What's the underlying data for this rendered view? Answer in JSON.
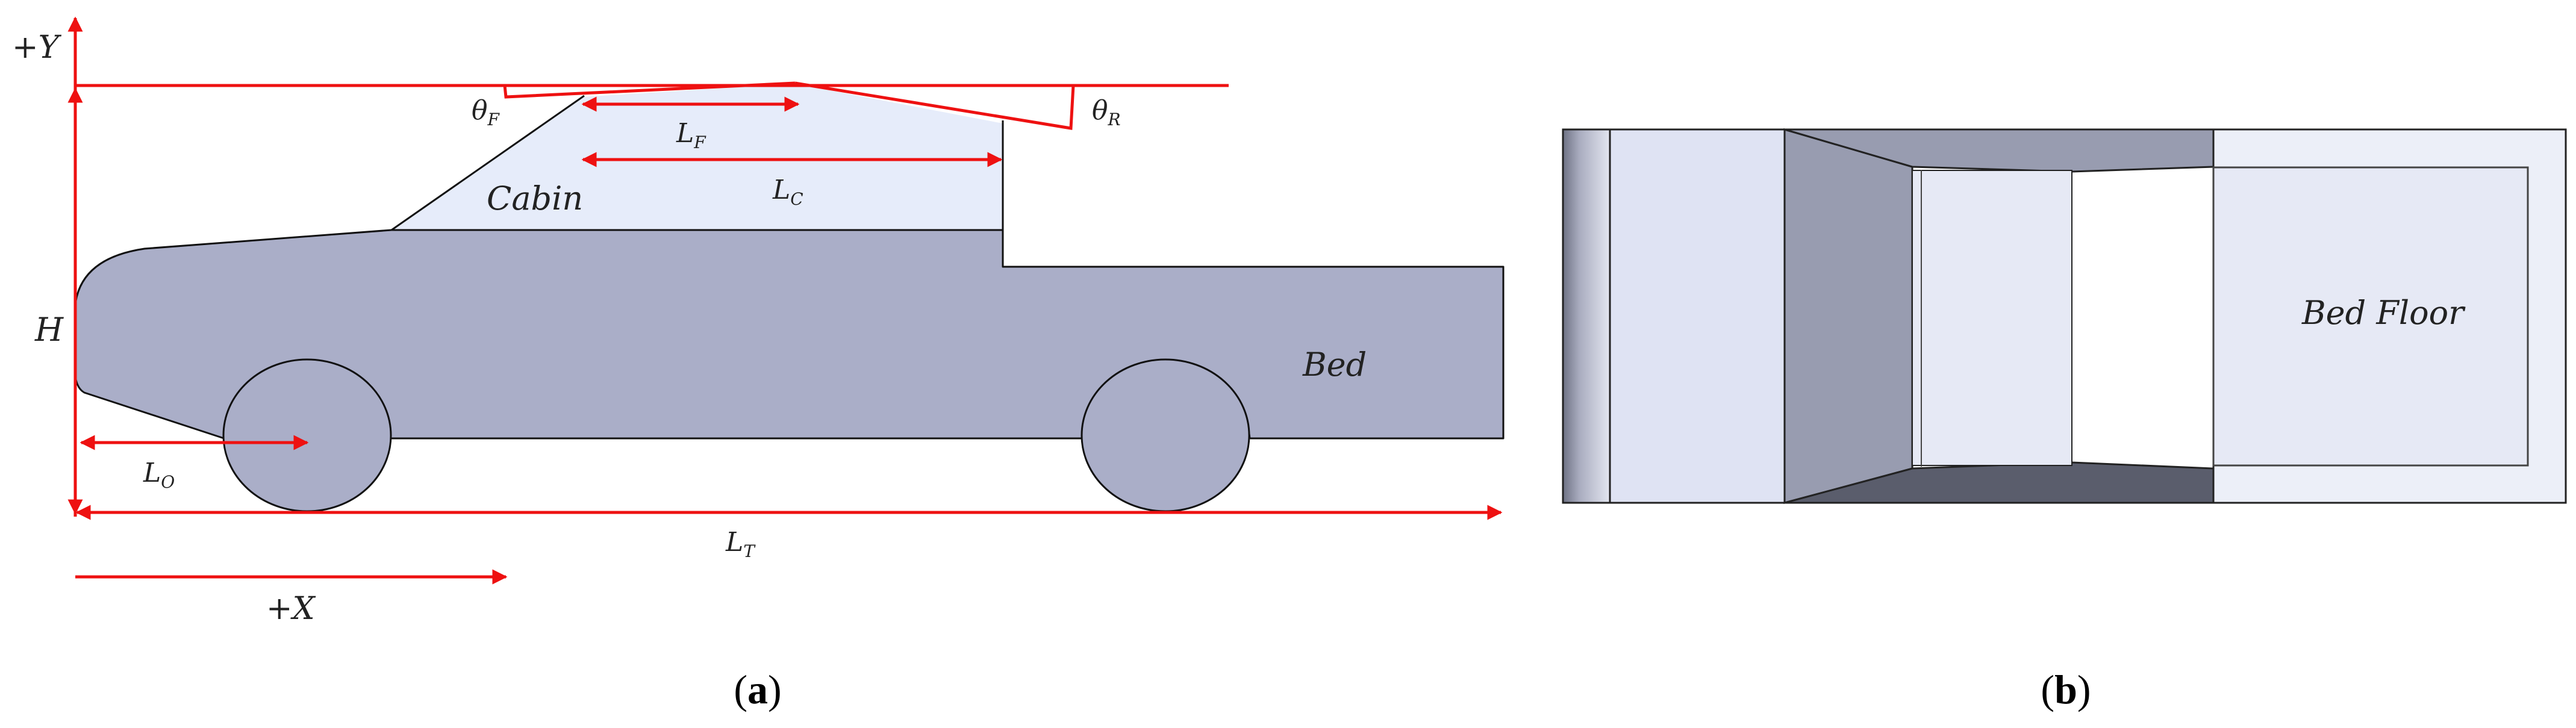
{
  "panel_a": {
    "caption_open": "(",
    "caption_letter": "a",
    "caption_close": ")",
    "labels": {
      "plus_y": "+Y",
      "plus_x": "+X",
      "height": "H",
      "theta_front": "θ",
      "theta_front_sub": "F",
      "theta_rear": "θ",
      "theta_rear_sub": "R",
      "length_front": "L",
      "length_front_sub": "F",
      "length_cabin": "L",
      "length_cabin_sub": "C",
      "length_overhang": "L",
      "length_overhang_sub": "O",
      "length_total": "L",
      "length_total_sub": "T",
      "cabin": "Cabin",
      "bed": "Bed"
    }
  },
  "panel_b": {
    "caption_open": "(",
    "caption_letter": "b",
    "caption_close": ")",
    "labels": {
      "bed_floor": "Bed Floor"
    }
  },
  "colors": {
    "dimension_red": "#ee1111",
    "body_fill": "#aaaec8",
    "cabin_fill": "#e6ecfa",
    "outline": "#111111"
  }
}
